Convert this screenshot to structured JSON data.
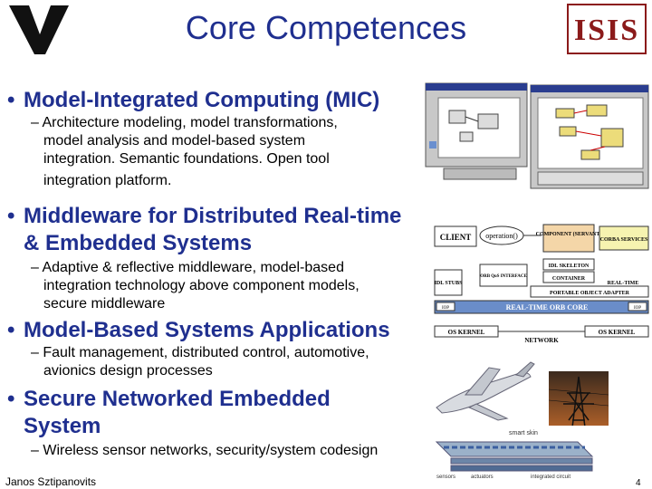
{
  "slide": {
    "title": "Core Competences",
    "bullets": [
      {
        "bullet": "•",
        "label_lines": [
          "Model-Integrated Computing (MIC)"
        ],
        "sub_lines": [
          "– Architecture modeling, model transformations,",
          "model analysis and model-based system",
          "integration. Semantic foundations. Open tool",
          "integration platform."
        ]
      },
      {
        "bullet": "•",
        "label_lines": [
          "Middleware for Distributed Real-time",
          "& Embedded Systems"
        ],
        "sub_lines": [
          "– Adaptive & reflective middleware, model-based",
          "integration technology above component models,",
          "secure middleware"
        ]
      },
      {
        "bullet": "•",
        "label_lines": [
          "Model-Based Systems Applications"
        ],
        "sub_lines": [
          "– Fault management, distributed control, automotive,",
          "avionics design processes"
        ]
      },
      {
        "bullet": "•",
        "label_lines": [
          "Secure Networked Embedded",
          "System"
        ],
        "sub_lines": [
          "– Wireless sensor networks, security/system codesign"
        ]
      }
    ],
    "footer": {
      "author": "Janos Sztipanovits",
      "page": "4"
    }
  },
  "logos": {
    "left_letter": "V",
    "right_text": "ISIS"
  },
  "diagram": {
    "client": "CLIENT",
    "operation": "operation()",
    "component": "COMPONENT (SERVANT)",
    "corba": "CORBA SERVICES",
    "idl_stubs": "IDL STUBS",
    "orb_qos": "ORB QoS INTERFACE",
    "idl_skeleton": "IDL SKELETON",
    "container": "CONTAINER",
    "real_time": "REAL-TIME",
    "poa": "PORTABLE OBJECT ADAPTER",
    "orb_core": "REAL-TIME ORB CORE",
    "iop_left": "IOP",
    "iop_right": "IOP",
    "os_left": "OS KERNEL",
    "os_right": "OS KERNEL",
    "network": "NETWORK"
  },
  "image_labels": {
    "smart_skin": "smart skin",
    "sensors": "sensors",
    "actuators": "actuators",
    "integrated_circuit": "integrated circuit"
  },
  "colors": {
    "title": "#1f2f8f",
    "logo_red": "#8b1a1a"
  }
}
